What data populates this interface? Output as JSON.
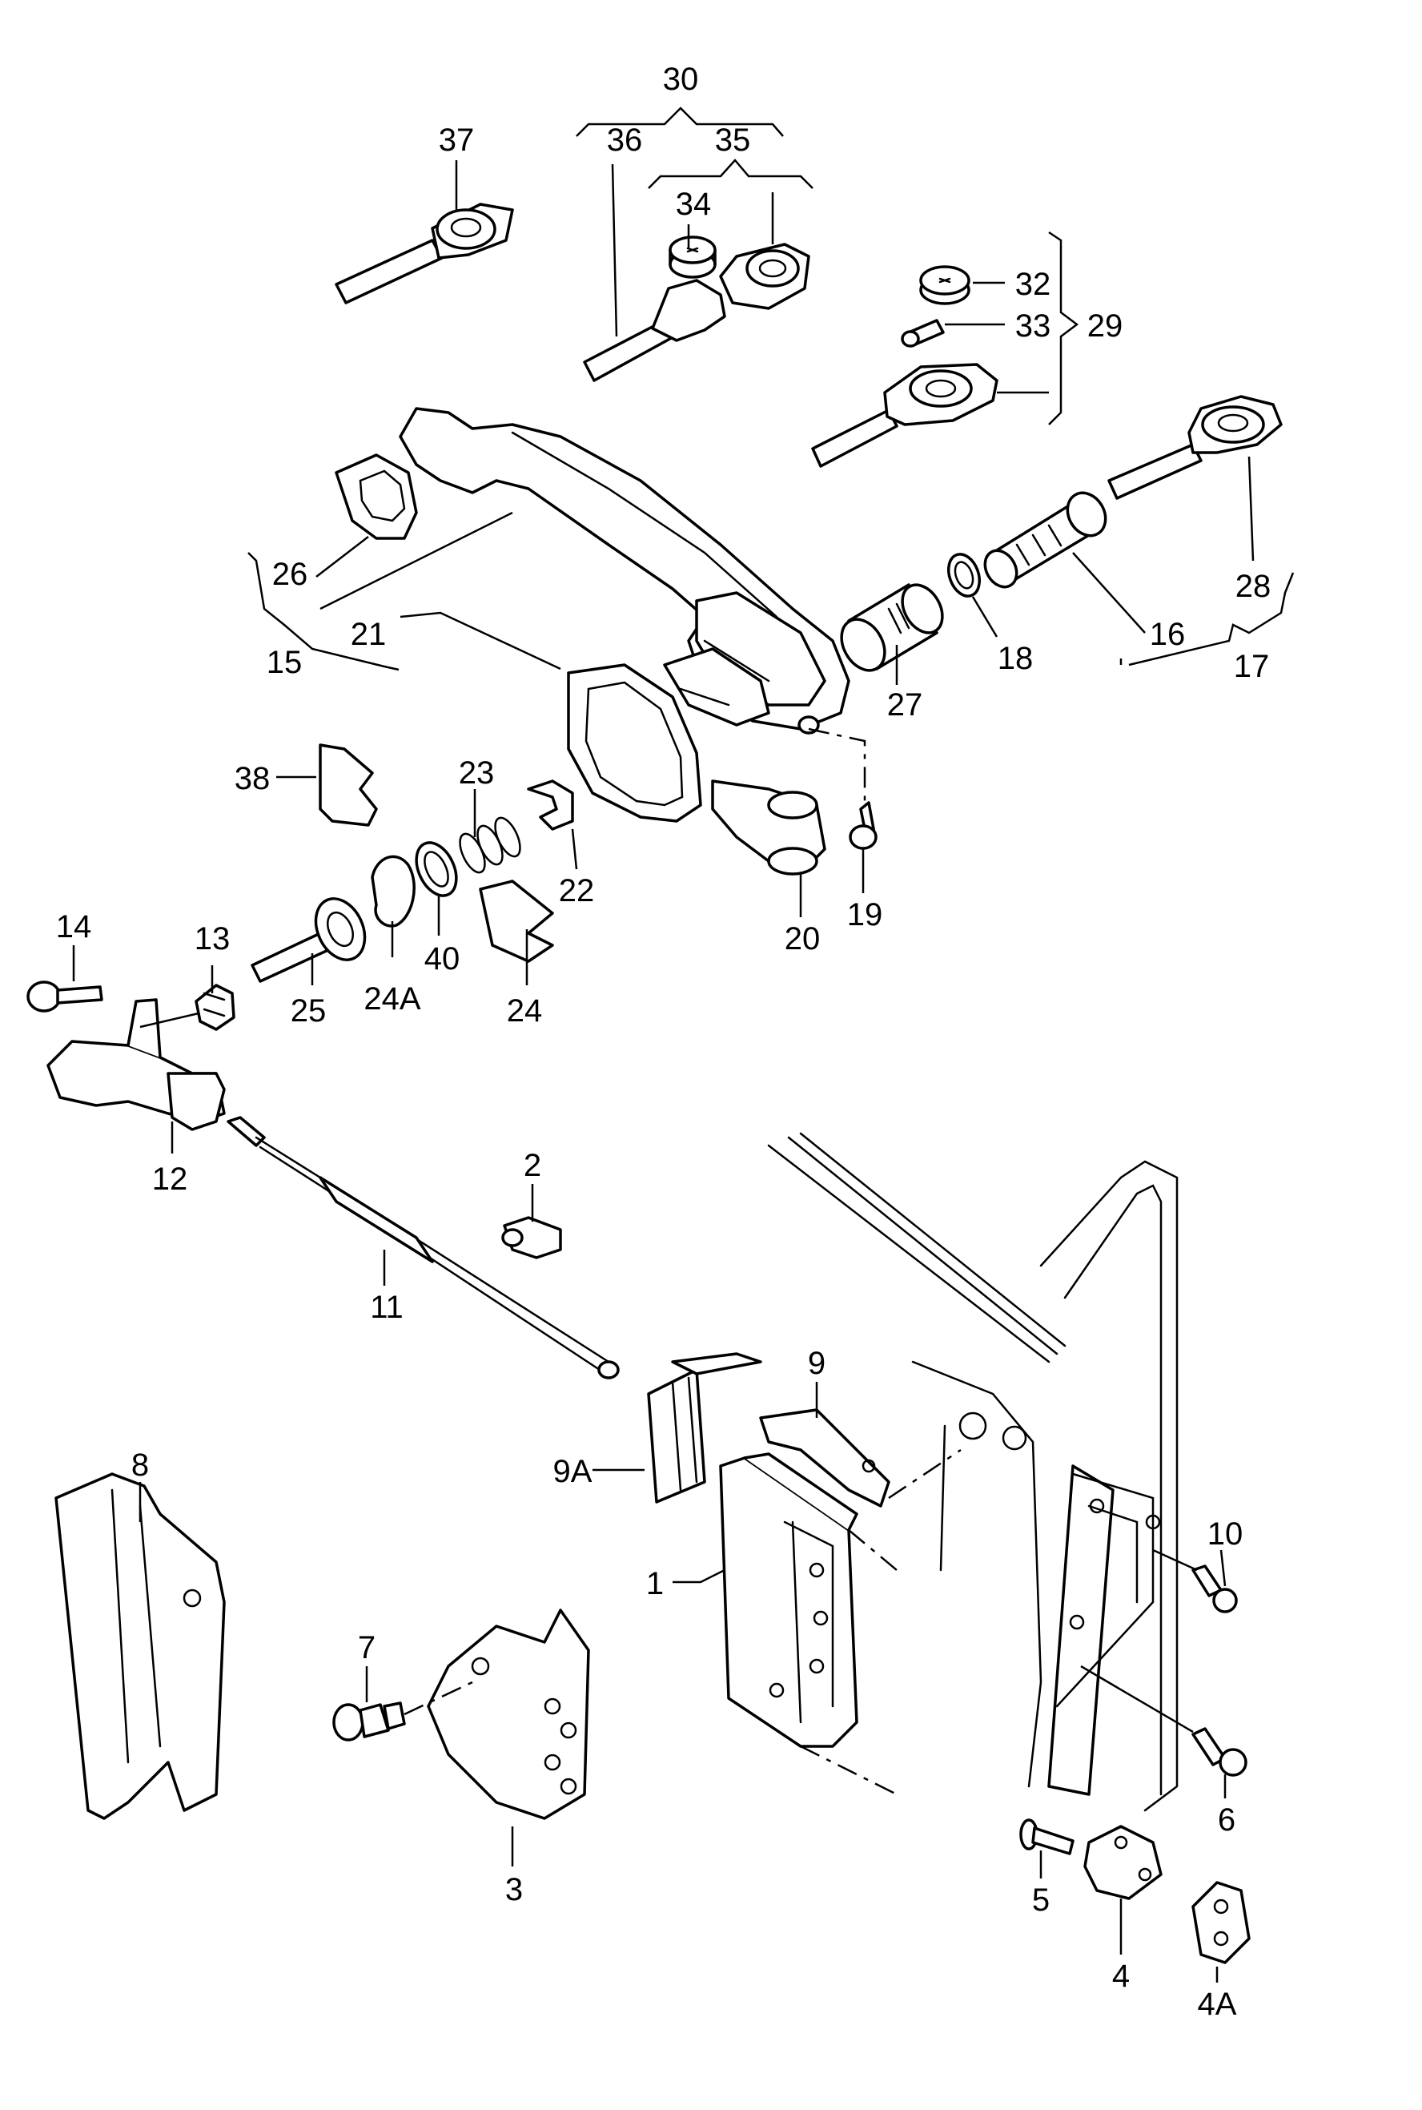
{
  "diagram": {
    "part_labels": {
      "p1": "1",
      "p2": "2",
      "p3": "3",
      "p4": "4",
      "p4a": "4A",
      "p5": "5",
      "p6": "6",
      "p7": "7",
      "p8": "8",
      "p9": "9",
      "p9a": "9A",
      "p10": "10",
      "p11": "11",
      "p12": "12",
      "p13": "13",
      "p14": "14",
      "p15": "15",
      "p16": "16",
      "p17": "17",
      "p18": "18",
      "p19": "19",
      "p20": "20",
      "p21": "21",
      "p22": "22",
      "p23": "23",
      "p24": "24",
      "p24a": "24A",
      "p25": "25",
      "p26": "26",
      "p27": "27",
      "p28": "28",
      "p29": "29",
      "p30": "30",
      "p32": "32",
      "p33": "33",
      "p34": "34",
      "p35": "35",
      "p36": "36",
      "p37": "37",
      "p38": "38",
      "p40": "40"
    }
  }
}
